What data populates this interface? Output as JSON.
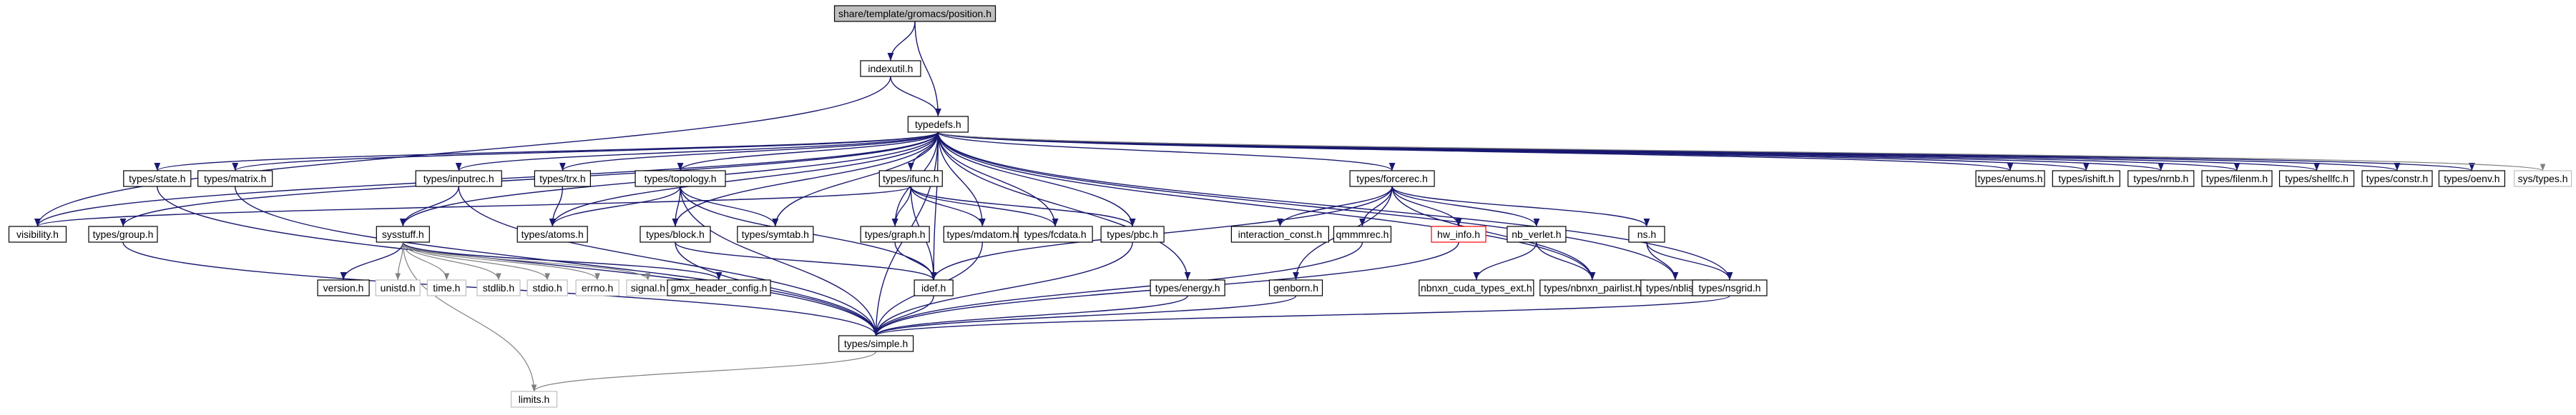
{
  "nodes": [
    {
      "id": "position_h",
      "label": "share/template/gromacs/position.h",
      "style": "root"
    },
    {
      "id": "indexutil_h",
      "label": "indexutil.h",
      "style": "normal"
    },
    {
      "id": "typedefs_h",
      "label": "typedefs.h",
      "style": "normal"
    },
    {
      "id": "visibility_h",
      "label": "visibility.h",
      "style": "normal"
    },
    {
      "id": "types_state_h",
      "label": "types/state.h",
      "style": "normal"
    },
    {
      "id": "types_matrix_h",
      "label": "types/matrix.h",
      "style": "normal"
    },
    {
      "id": "types_inputrec_h",
      "label": "types/inputrec.h",
      "style": "normal"
    },
    {
      "id": "types_trx_h",
      "label": "types/trx.h",
      "style": "normal"
    },
    {
      "id": "types_topology_h",
      "label": "types/topology.h",
      "style": "normal"
    },
    {
      "id": "types_ifunc_h",
      "label": "types/ifunc.h",
      "style": "normal"
    },
    {
      "id": "types_forcerec_h",
      "label": "types/forcerec.h",
      "style": "normal"
    },
    {
      "id": "types_enums_h",
      "label": "types/enums.h",
      "style": "normal"
    },
    {
      "id": "types_ishift_h",
      "label": "types/ishift.h",
      "style": "normal"
    },
    {
      "id": "types_nrnb_h",
      "label": "types/nrnb.h",
      "style": "normal"
    },
    {
      "id": "types_filenm_h",
      "label": "types/filenm.h",
      "style": "normal"
    },
    {
      "id": "types_shellfc_h",
      "label": "types/shellfc.h",
      "style": "normal"
    },
    {
      "id": "types_constr_h",
      "label": "types/constr.h",
      "style": "normal"
    },
    {
      "id": "types_oenv_h",
      "label": "types/oenv.h",
      "style": "normal"
    },
    {
      "id": "sys_types_h",
      "label": "sys/types.h",
      "style": "system"
    },
    {
      "id": "types_group_h",
      "label": "types/group.h",
      "style": "normal"
    },
    {
      "id": "sysstuff_h",
      "label": "sysstuff.h",
      "style": "normal"
    },
    {
      "id": "types_atoms_h",
      "label": "types/atoms.h",
      "style": "normal"
    },
    {
      "id": "types_block_h",
      "label": "types/block.h",
      "style": "normal"
    },
    {
      "id": "types_symtab_h",
      "label": "types/symtab.h",
      "style": "normal"
    },
    {
      "id": "types_graph_h",
      "label": "types/graph.h",
      "style": "normal"
    },
    {
      "id": "types_mdatom_h",
      "label": "types/mdatom.h",
      "style": "normal"
    },
    {
      "id": "types_fcdata_h",
      "label": "types/fcdata.h",
      "style": "normal"
    },
    {
      "id": "types_pbc_h",
      "label": "types/pbc.h",
      "style": "normal"
    },
    {
      "id": "interaction_const_h",
      "label": "interaction_const.h",
      "style": "normal"
    },
    {
      "id": "qmmmrec_h",
      "label": "qmmmrec.h",
      "style": "normal"
    },
    {
      "id": "hw_info_h",
      "label": "hw_info.h",
      "style": "red"
    },
    {
      "id": "nb_verlet_h",
      "label": "nb_verlet.h",
      "style": "normal"
    },
    {
      "id": "ns_h",
      "label": "ns.h",
      "style": "normal"
    },
    {
      "id": "version_h",
      "label": "version.h",
      "style": "normal"
    },
    {
      "id": "unistd_h",
      "label": "unistd.h",
      "style": "system"
    },
    {
      "id": "time_h",
      "label": "time.h",
      "style": "system"
    },
    {
      "id": "stdlib_h",
      "label": "stdlib.h",
      "style": "system"
    },
    {
      "id": "stdio_h",
      "label": "stdio.h",
      "style": "system"
    },
    {
      "id": "errno_h",
      "label": "errno.h",
      "style": "system"
    },
    {
      "id": "signal_h",
      "label": "signal.h",
      "style": "system"
    },
    {
      "id": "gmx_header_config_h",
      "label": "gmx_header_config.h",
      "style": "normal"
    },
    {
      "id": "idef_h",
      "label": "idef.h",
      "style": "normal"
    },
    {
      "id": "types_energy_h",
      "label": "types/energy.h",
      "style": "normal"
    },
    {
      "id": "genborn_h",
      "label": "genborn.h",
      "style": "normal"
    },
    {
      "id": "nbnxn_cuda_types_ext_h",
      "label": "nbnxn_cuda_types_ext.h",
      "style": "normal"
    },
    {
      "id": "types_nbnxn_pairlist_h",
      "label": "types/nbnxn_pairlist.h",
      "style": "normal"
    },
    {
      "id": "types_nblist_h",
      "label": "types/nblist.h",
      "style": "normal"
    },
    {
      "id": "types_nsgrid_h",
      "label": "types/nsgrid.h",
      "style": "normal"
    },
    {
      "id": "types_simple_h",
      "label": "types/simple.h",
      "style": "normal"
    },
    {
      "id": "limits_h",
      "label": "limits.h",
      "style": "system"
    }
  ],
  "edges": [
    [
      "position_h",
      "indexutil_h"
    ],
    [
      "position_h",
      "typedefs_h"
    ],
    [
      "indexutil_h",
      "typedefs_h"
    ],
    [
      "indexutil_h",
      "visibility_h"
    ],
    [
      "typedefs_h",
      "visibility_h"
    ],
    [
      "typedefs_h",
      "types_state_h"
    ],
    [
      "typedefs_h",
      "types_matrix_h"
    ],
    [
      "typedefs_h",
      "types_inputrec_h"
    ],
    [
      "typedefs_h",
      "types_trx_h"
    ],
    [
      "typedefs_h",
      "types_topology_h"
    ],
    [
      "typedefs_h",
      "types_ifunc_h"
    ],
    [
      "typedefs_h",
      "types_forcerec_h"
    ],
    [
      "typedefs_h",
      "types_enums_h"
    ],
    [
      "typedefs_h",
      "types_ishift_h"
    ],
    [
      "typedefs_h",
      "types_nrnb_h"
    ],
    [
      "typedefs_h",
      "types_filenm_h"
    ],
    [
      "typedefs_h",
      "types_shellfc_h"
    ],
    [
      "typedefs_h",
      "types_constr_h"
    ],
    [
      "typedefs_h",
      "types_oenv_h"
    ],
    [
      "typedefs_h",
      "sys_types_h"
    ],
    [
      "typedefs_h",
      "types_group_h"
    ],
    [
      "typedefs_h",
      "sysstuff_h"
    ],
    [
      "typedefs_h",
      "types_atoms_h"
    ],
    [
      "typedefs_h",
      "types_block_h"
    ],
    [
      "typedefs_h",
      "types_symtab_h"
    ],
    [
      "typedefs_h",
      "types_graph_h"
    ],
    [
      "typedefs_h",
      "types_mdatom_h"
    ],
    [
      "typedefs_h",
      "types_fcdata_h"
    ],
    [
      "typedefs_h",
      "types_pbc_h"
    ],
    [
      "typedefs_h",
      "idef_h"
    ],
    [
      "typedefs_h",
      "types_energy_h"
    ],
    [
      "typedefs_h",
      "types_nbnxn_pairlist_h"
    ],
    [
      "typedefs_h",
      "types_nblist_h"
    ],
    [
      "typedefs_h",
      "types_nsgrid_h"
    ],
    [
      "typedefs_h",
      "types_simple_h"
    ],
    [
      "types_state_h",
      "types_simple_h"
    ],
    [
      "types_matrix_h",
      "types_simple_h"
    ],
    [
      "types_inputrec_h",
      "sysstuff_h"
    ],
    [
      "types_inputrec_h",
      "types_simple_h"
    ],
    [
      "types_trx_h",
      "types_atoms_h"
    ],
    [
      "types_topology_h",
      "types_atoms_h"
    ],
    [
      "types_topology_h",
      "types_block_h"
    ],
    [
      "types_topology_h",
      "types_symtab_h"
    ],
    [
      "types_topology_h",
      "idef_h"
    ],
    [
      "types_topology_h",
      "types_simple_h"
    ],
    [
      "types_ifunc_h",
      "visibility_h"
    ],
    [
      "types_ifunc_h",
      "types_graph_h"
    ],
    [
      "types_ifunc_h",
      "types_mdatom_h"
    ],
    [
      "types_ifunc_h",
      "types_fcdata_h"
    ],
    [
      "types_ifunc_h",
      "types_pbc_h"
    ],
    [
      "types_ifunc_h",
      "idef_h"
    ],
    [
      "types_forcerec_h",
      "interaction_const_h"
    ],
    [
      "types_forcerec_h",
      "qmmmrec_h"
    ],
    [
      "types_forcerec_h",
      "hw_info_h"
    ],
    [
      "types_forcerec_h",
      "nb_verlet_h"
    ],
    [
      "types_forcerec_h",
      "ns_h"
    ],
    [
      "types_forcerec_h",
      "genborn_h"
    ],
    [
      "types_forcerec_h",
      "idef_h"
    ],
    [
      "types_forcerec_h",
      "types_nbnxn_pairlist_h"
    ],
    [
      "types_group_h",
      "types_simple_h"
    ],
    [
      "sysstuff_h",
      "version_h"
    ],
    [
      "sysstuff_h",
      "unistd_h"
    ],
    [
      "sysstuff_h",
      "time_h"
    ],
    [
      "sysstuff_h",
      "stdlib_h"
    ],
    [
      "sysstuff_h",
      "stdio_h"
    ],
    [
      "sysstuff_h",
      "errno_h"
    ],
    [
      "sysstuff_h",
      "signal_h"
    ],
    [
      "sysstuff_h",
      "gmx_header_config_h"
    ],
    [
      "sysstuff_h",
      "limits_h"
    ],
    [
      "types_block_h",
      "idef_h"
    ],
    [
      "types_block_h",
      "types_simple_h"
    ],
    [
      "types_graph_h",
      "idef_h"
    ],
    [
      "types_mdatom_h",
      "types_simple_h"
    ],
    [
      "types_pbc_h",
      "types_simple_h"
    ],
    [
      "qmmmrec_h",
      "types_simple_h"
    ],
    [
      "hw_info_h",
      "types_simple_h"
    ],
    [
      "nb_verlet_h",
      "nbnxn_cuda_types_ext_h"
    ],
    [
      "nb_verlet_h",
      "types_nbnxn_pairlist_h"
    ],
    [
      "ns_h",
      "types_nblist_h"
    ],
    [
      "ns_h",
      "types_nsgrid_h"
    ],
    [
      "idef_h",
      "types_simple_h"
    ],
    [
      "types_energy_h",
      "types_simple_h"
    ],
    [
      "genborn_h",
      "types_simple_h"
    ],
    [
      "types_nsgrid_h",
      "types_simple_h"
    ],
    [
      "types_simple_h",
      "limits_h"
    ]
  ],
  "colors": {
    "edge": "#191970",
    "edge_system": "#808080",
    "box_border": "#000000",
    "root_fill": "#bfbfbf",
    "red_border": "#ff0000",
    "system_border": "#bfbfbf",
    "fill": "#ffffff"
  }
}
